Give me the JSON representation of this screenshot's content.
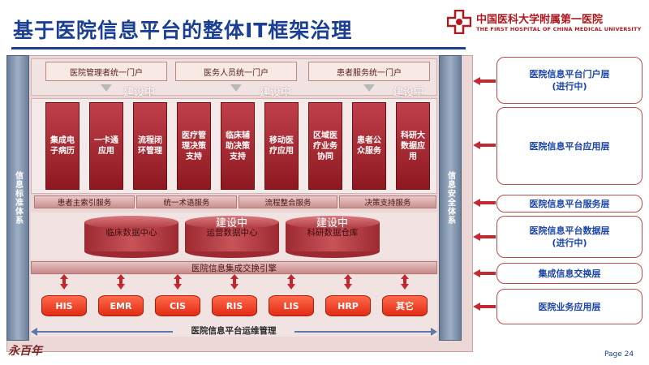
{
  "header": {
    "title": "基于医院信息平台的整体IT框架治理",
    "logo_cn": "中国医科大学附属第一医院",
    "logo_en": "THE FIRST HOSPITAL OF CHINA MEDICAL UNIVERSITY"
  },
  "sidebars": {
    "left": "信息标准体系",
    "right": "信息安全体系"
  },
  "portal": {
    "boxes": [
      "医院管理者统一门户",
      "医务人员统一门户",
      "患者服务统一门户"
    ],
    "status": "建设中"
  },
  "applications": [
    "集成电子病历",
    "一卡通应用",
    "流程闭环管理",
    "医疗管理决策支持",
    "临床辅助决策支持",
    "移动医疗应用",
    "区域医疗业务协同",
    "患者公众服务",
    "科研大数据应用"
  ],
  "services": [
    "患者主索引服务",
    "统一术语服务",
    "流程整合服务",
    "决策支持服务"
  ],
  "data_centers": [
    {
      "label": "临床数据中心",
      "status": ""
    },
    {
      "label": "运营数据中心",
      "status": "建设中"
    },
    {
      "label": "科研数据仓库",
      "status": "建设中"
    }
  ],
  "integration_bus": "医院信息集成交换引擎",
  "systems": [
    "HIS",
    "EMR",
    "CIS",
    "RIS",
    "LIS",
    "HRP",
    "其它"
  ],
  "operations": "医院信息平台运维管理",
  "layers": [
    "医院信息平台门户层\n(进行中)",
    "医院信息平台应用层",
    "医院信息平台服务层",
    "医院信息平台数据层\n(进行中)",
    "集成信息交换层",
    "医院业务应用层"
  ],
  "footer": {
    "signature": "永百年",
    "page": "Page 24"
  },
  "colors": {
    "title": "#1a3f95",
    "app_box": "#a82a32",
    "system_box": "#e22b14",
    "layer_text": "#1a44a8",
    "layer_border": "#c04a4a"
  }
}
